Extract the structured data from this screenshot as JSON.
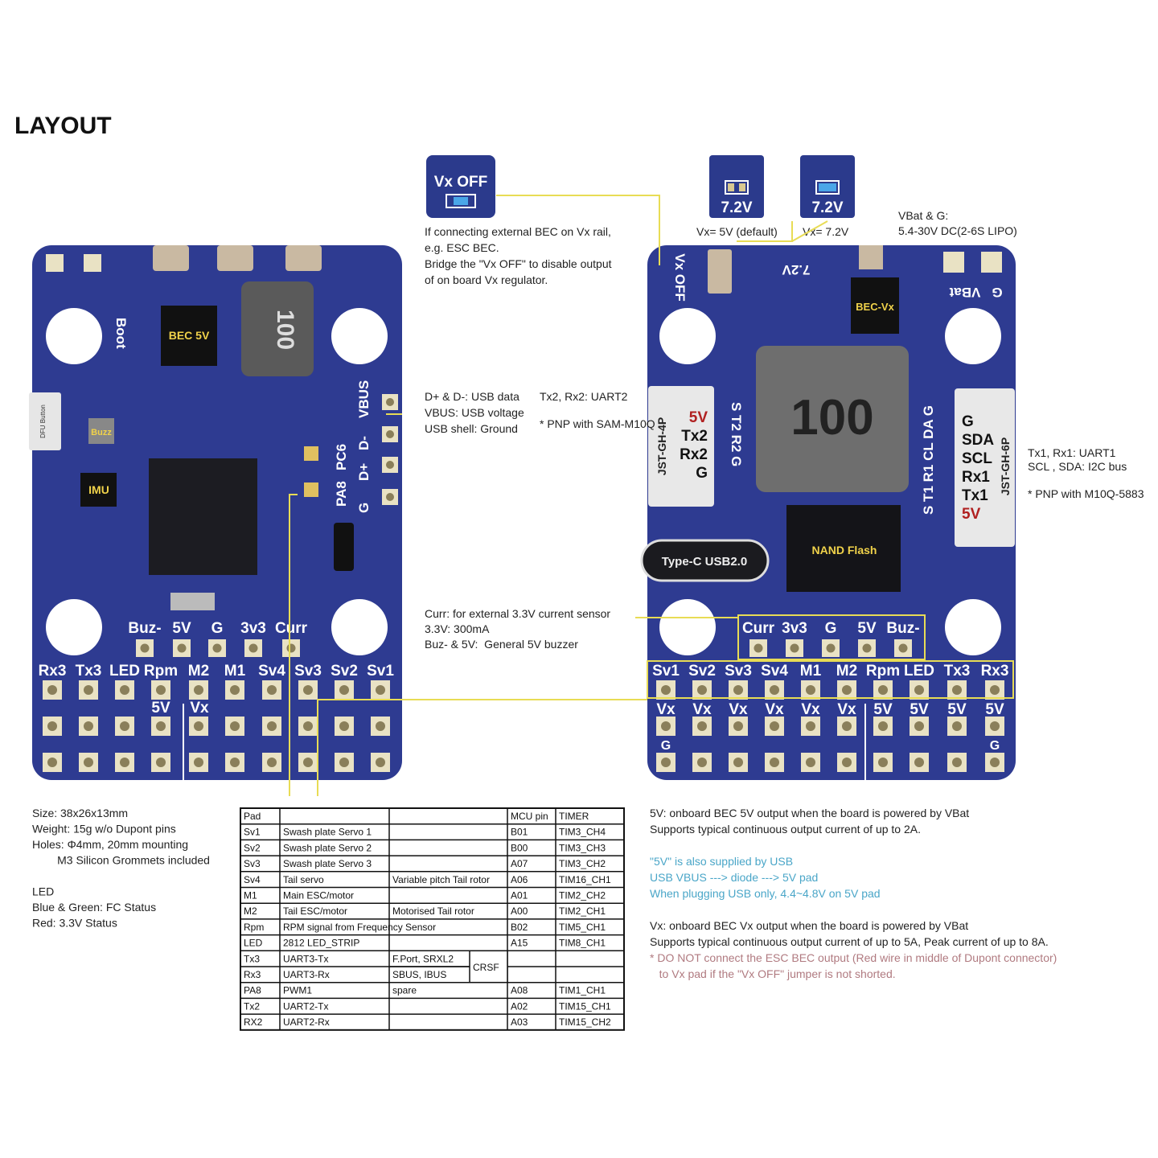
{
  "title": "LAYOUT",
  "colors": {
    "board": "#2e3b91",
    "pad": "#e9e2c4",
    "annotation": "#e8dc55",
    "blue_note": "#4aa6c8",
    "red_note": "#b07a80"
  },
  "jumpers": [
    {
      "label": "Vx OFF",
      "caption": ""
    },
    {
      "label": "7.2V",
      "caption": "Vx= 5V (default)"
    },
    {
      "label": "7.2V",
      "caption": "Vx= 7.2V"
    }
  ],
  "notes": {
    "vx_off": [
      "If connecting external BEC on Vx rail,",
      "e.g. ESC BEC.",
      "Bridge the \"Vx OFF\" to disable output",
      "of on board Vx regulator."
    ],
    "vbat": [
      "VBat & G:",
      "5.4-30V DC(2-6S LIPO)"
    ],
    "usb": [
      "D+ & D-: USB data",
      "VBUS: USB voltage",
      "USB shell: Ground"
    ],
    "uart2": [
      "Tx2, Rx2: UART2",
      "",
      "* PNP with SAM-M10Q"
    ],
    "uart1": [
      "Tx1, Rx1: UART1",
      "SCL , SDA: I2C bus",
      "",
      "* PNP with M10Q-5883"
    ],
    "curr": [
      "Curr: for external 3.3V current sensor",
      "3.3V: 300mA",
      "Buz- & 5V:  General 5V buzzer"
    ],
    "specs": [
      "Size: 38x26x13mm",
      "Weight: 15g w/o Dupont pins",
      "Holes: Φ4mm, 20mm mounting",
      "        M3 Silicon Grommets included",
      "",
      "LED",
      "Blue & Green: FC Status",
      "Red: 3.3V Status"
    ],
    "power_5v": [
      "5V: onboard BEC 5V output when the board is powered by VBat",
      "Supports typical continuous output current of up to 2A."
    ],
    "usb_5v": [
      "\"5V\" is also supplied by USB",
      "USB VBUS ---> diode ---> 5V pad",
      "When plugging USB only, 4.4~4.8V on 5V pad"
    ],
    "power_vx": [
      "Vx: onboard BEC Vx output when the board is powered by VBat",
      "Supports typical continuous output current of up to 5A, Peak current of up to 8A."
    ],
    "warning": [
      "* DO NOT connect the ESC BEC output (Red wire in middle of Dupont connector)",
      "   to Vx pad if the \"Vx OFF\" jumper is not shorted."
    ]
  },
  "left_board": {
    "pins": [
      "Rx3",
      "Tx3",
      "LED",
      "Rpm",
      "M2",
      "M1",
      "Sv4",
      "Sv3",
      "Sv2",
      "Sv1"
    ],
    "top_pins": [
      "Buz-",
      "5V",
      "G",
      "3v3",
      "Curr"
    ],
    "rail_5v": "5V",
    "rail_vx": "Vx",
    "usb_pins": [
      "VBUS",
      "D-",
      "D+",
      "G"
    ],
    "pc6": "PC6",
    "pa8": "PA8",
    "bec": "BEC 5V",
    "inductor": "100",
    "boot": "Boot",
    "imu": "IMU",
    "buzz": "Buzz",
    "dfu": "DFU Button"
  },
  "right_board": {
    "pins": [
      "Sv1",
      "Sv2",
      "Sv3",
      "Sv4",
      "M1",
      "M2",
      "Rpm",
      "LED",
      "Tx3",
      "Rx3"
    ],
    "rail": [
      "Vx",
      "Vx",
      "Vx",
      "Vx",
      "Vx",
      "Vx",
      "5V",
      "5V",
      "5V",
      "5V"
    ],
    "ground": [
      "G",
      "G"
    ],
    "top_pins": [
      "Curr",
      "3v3",
      "G",
      "5V",
      "Buz-"
    ],
    "vx_off": "Vx OFF",
    "jumper_72": "7.2V",
    "bec_vx": "BEC-Vx",
    "vbat": "VBat",
    "g": "G",
    "inductor": "100",
    "nand": "NAND Flash",
    "typec": "Type-C USB2.0",
    "jst4": "JST-GH-4P",
    "jst4_pins": [
      "5V",
      "Tx2",
      "Rx2",
      "G"
    ],
    "jst4_silk": "S T2 R2 G",
    "jst6": "JST-GH-6P",
    "jst6_pins": [
      "G",
      "SDA",
      "SCL",
      "Rx1",
      "Tx1",
      "5V"
    ],
    "jst6_silk": "S T1 R1 CL DA G"
  },
  "table": {
    "header": [
      "Pad",
      "",
      "",
      "MCU pin",
      "TIMER"
    ],
    "rows": [
      [
        "Sv1",
        "Swash plate Servo 1",
        "",
        "B01",
        "TIM3_CH4"
      ],
      [
        "Sv2",
        "Swash plate Servo 2",
        "",
        "B00",
        "TIM3_CH3"
      ],
      [
        "Sv3",
        "Swash plate Servo 3",
        "",
        "A07",
        "TIM3_CH2"
      ],
      [
        "Sv4",
        "Tail servo",
        "Variable pitch Tail rotor",
        "A06",
        "TIM16_CH1"
      ],
      [
        "M1",
        "Main ESC/motor",
        "",
        "A01",
        "TIM2_CH2"
      ],
      [
        "M2",
        "Tail ESC/motor",
        "Motorised Tail rotor",
        "A00",
        "TIM2_CH1"
      ],
      [
        "Rpm",
        "RPM signal from Frequency Sensor",
        "",
        "B02",
        "TIM5_CH1"
      ],
      [
        "LED",
        "2812 LED_STRIP",
        "",
        "A15",
        "TIM8_CH1"
      ],
      [
        "Tx3",
        "UART3-Tx",
        "F.Port, SRXL2",
        "",
        ""
      ],
      [
        "Rx3",
        "UART3-Rx",
        "SBUS, IBUS",
        "",
        ""
      ],
      [
        "PA8",
        "PWM1",
        "spare",
        "A08",
        "TIM1_CH1"
      ],
      [
        "Tx2",
        "UART2-Tx",
        "",
        "A02",
        "TIM15_CH1"
      ],
      [
        "RX2",
        "UART2-Rx",
        "",
        "A03",
        "TIM15_CH2"
      ]
    ],
    "crsf": "CRSF"
  }
}
